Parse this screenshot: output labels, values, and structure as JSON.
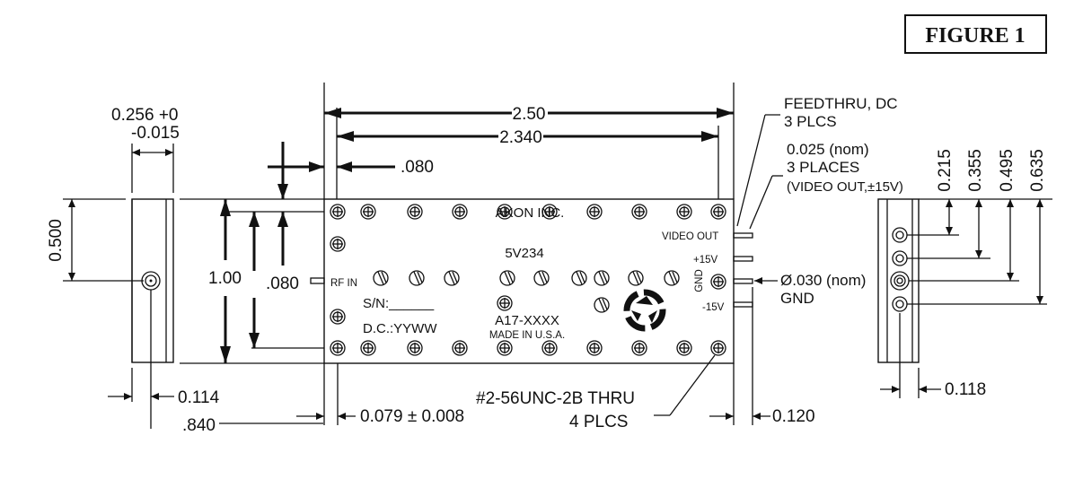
{
  "figure_label": "FIGURE 1",
  "side_view_left": {
    "thickness": "0.256 +0",
    "thickness_tol": "-0.015",
    "height": "0.500",
    "offset_a": "0.114",
    "offset_b": ".840"
  },
  "top_view": {
    "length_overall": "2.50",
    "hole_spacing": "2.340",
    "edge_offset": ".080",
    "height_overall": "1.00",
    "height_offset": ".080",
    "bottom_offset": "0.079 ± 0.008",
    "right_offset": "0.120",
    "port_rf_in": "RF IN",
    "port_video_out": "VIDEO OUT",
    "port_plus15": "+15V",
    "port_gnd": "GND",
    "port_minus15": "-15V",
    "company": "AKON INC.",
    "model": "5V234",
    "serial": "S/N:______",
    "date_code": "D.C.:YYWW",
    "part_number": "A17-XXXX",
    "origin": "MADE IN U.S.A."
  },
  "callouts": {
    "feedthru": "FEEDTHRU, DC",
    "feedthru_qty": "3 PLCS",
    "pin_dia": "0.025 (nom)",
    "pin_qty": "3 PLACES",
    "pin_note": "(VIDEO OUT,±15V)",
    "gnd_dia": "Ø.030 (nom)",
    "gnd_label": "GND",
    "thread": "#2-56UNC-2B THRU",
    "thread_qty": "4 PLCS"
  },
  "side_view_right": {
    "dims": [
      "0.215",
      "0.355",
      "0.495",
      "0.635"
    ],
    "offset": "0.118"
  }
}
